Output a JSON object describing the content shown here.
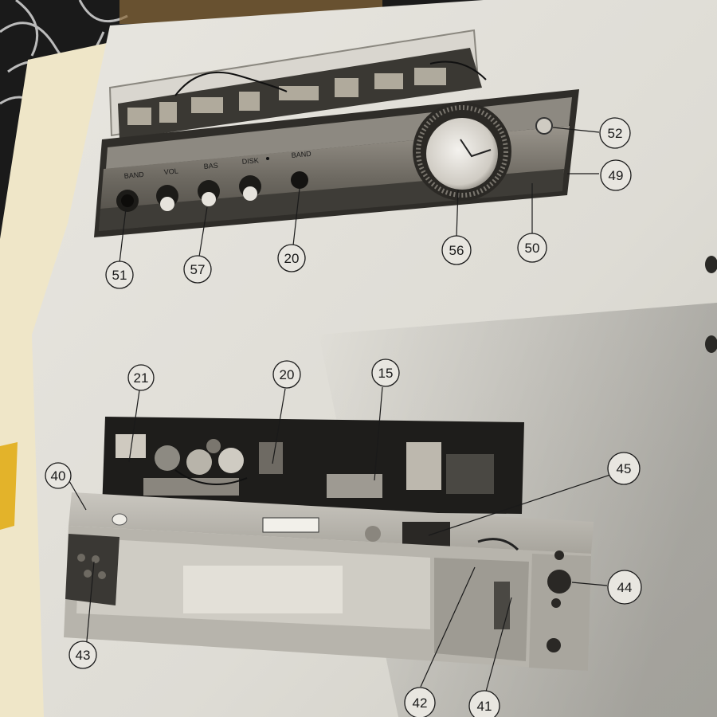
{
  "top_radio": {
    "front_labels": [
      "BAND",
      "VOL",
      "BAS",
      "DISK",
      "BAND"
    ],
    "callouts": [
      "51",
      "57",
      "20",
      "56",
      "50",
      "49",
      "52"
    ]
  },
  "bottom_chassis": {
    "callouts": [
      "21",
      "20",
      "15",
      "45",
      "40",
      "44",
      "43",
      "42",
      "41"
    ]
  },
  "colors": {
    "paper": "#e4e2dc",
    "background": "#1a1a1a",
    "folder_edge": "#efe6c8",
    "yellow_tab": "#e3b32a"
  }
}
